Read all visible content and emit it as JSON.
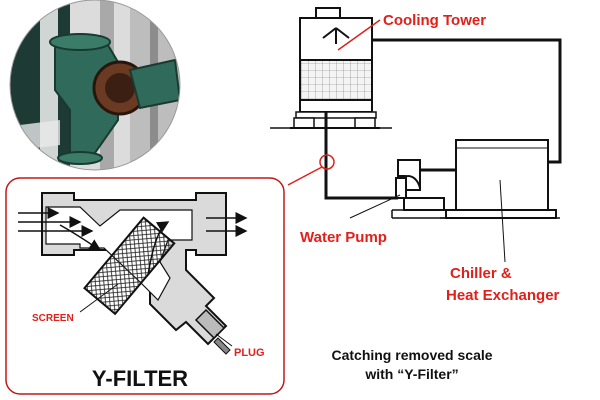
{
  "labels": {
    "cooling_tower": "Cooling Tower",
    "water_pump": "Water Pump",
    "chiller_line1": "Chiller &",
    "chiller_line2": "Heat Exchanger",
    "screen": "SCREEN",
    "plug": "PLUG",
    "filter_title": "Y-FILTER",
    "caption_line1": "Catching removed scale",
    "caption_line2": "with “Y-Filter”"
  },
  "colors": {
    "accent": "#e0201b",
    "line": "#111111",
    "pipe_teal": "#2f6a5a"
  }
}
